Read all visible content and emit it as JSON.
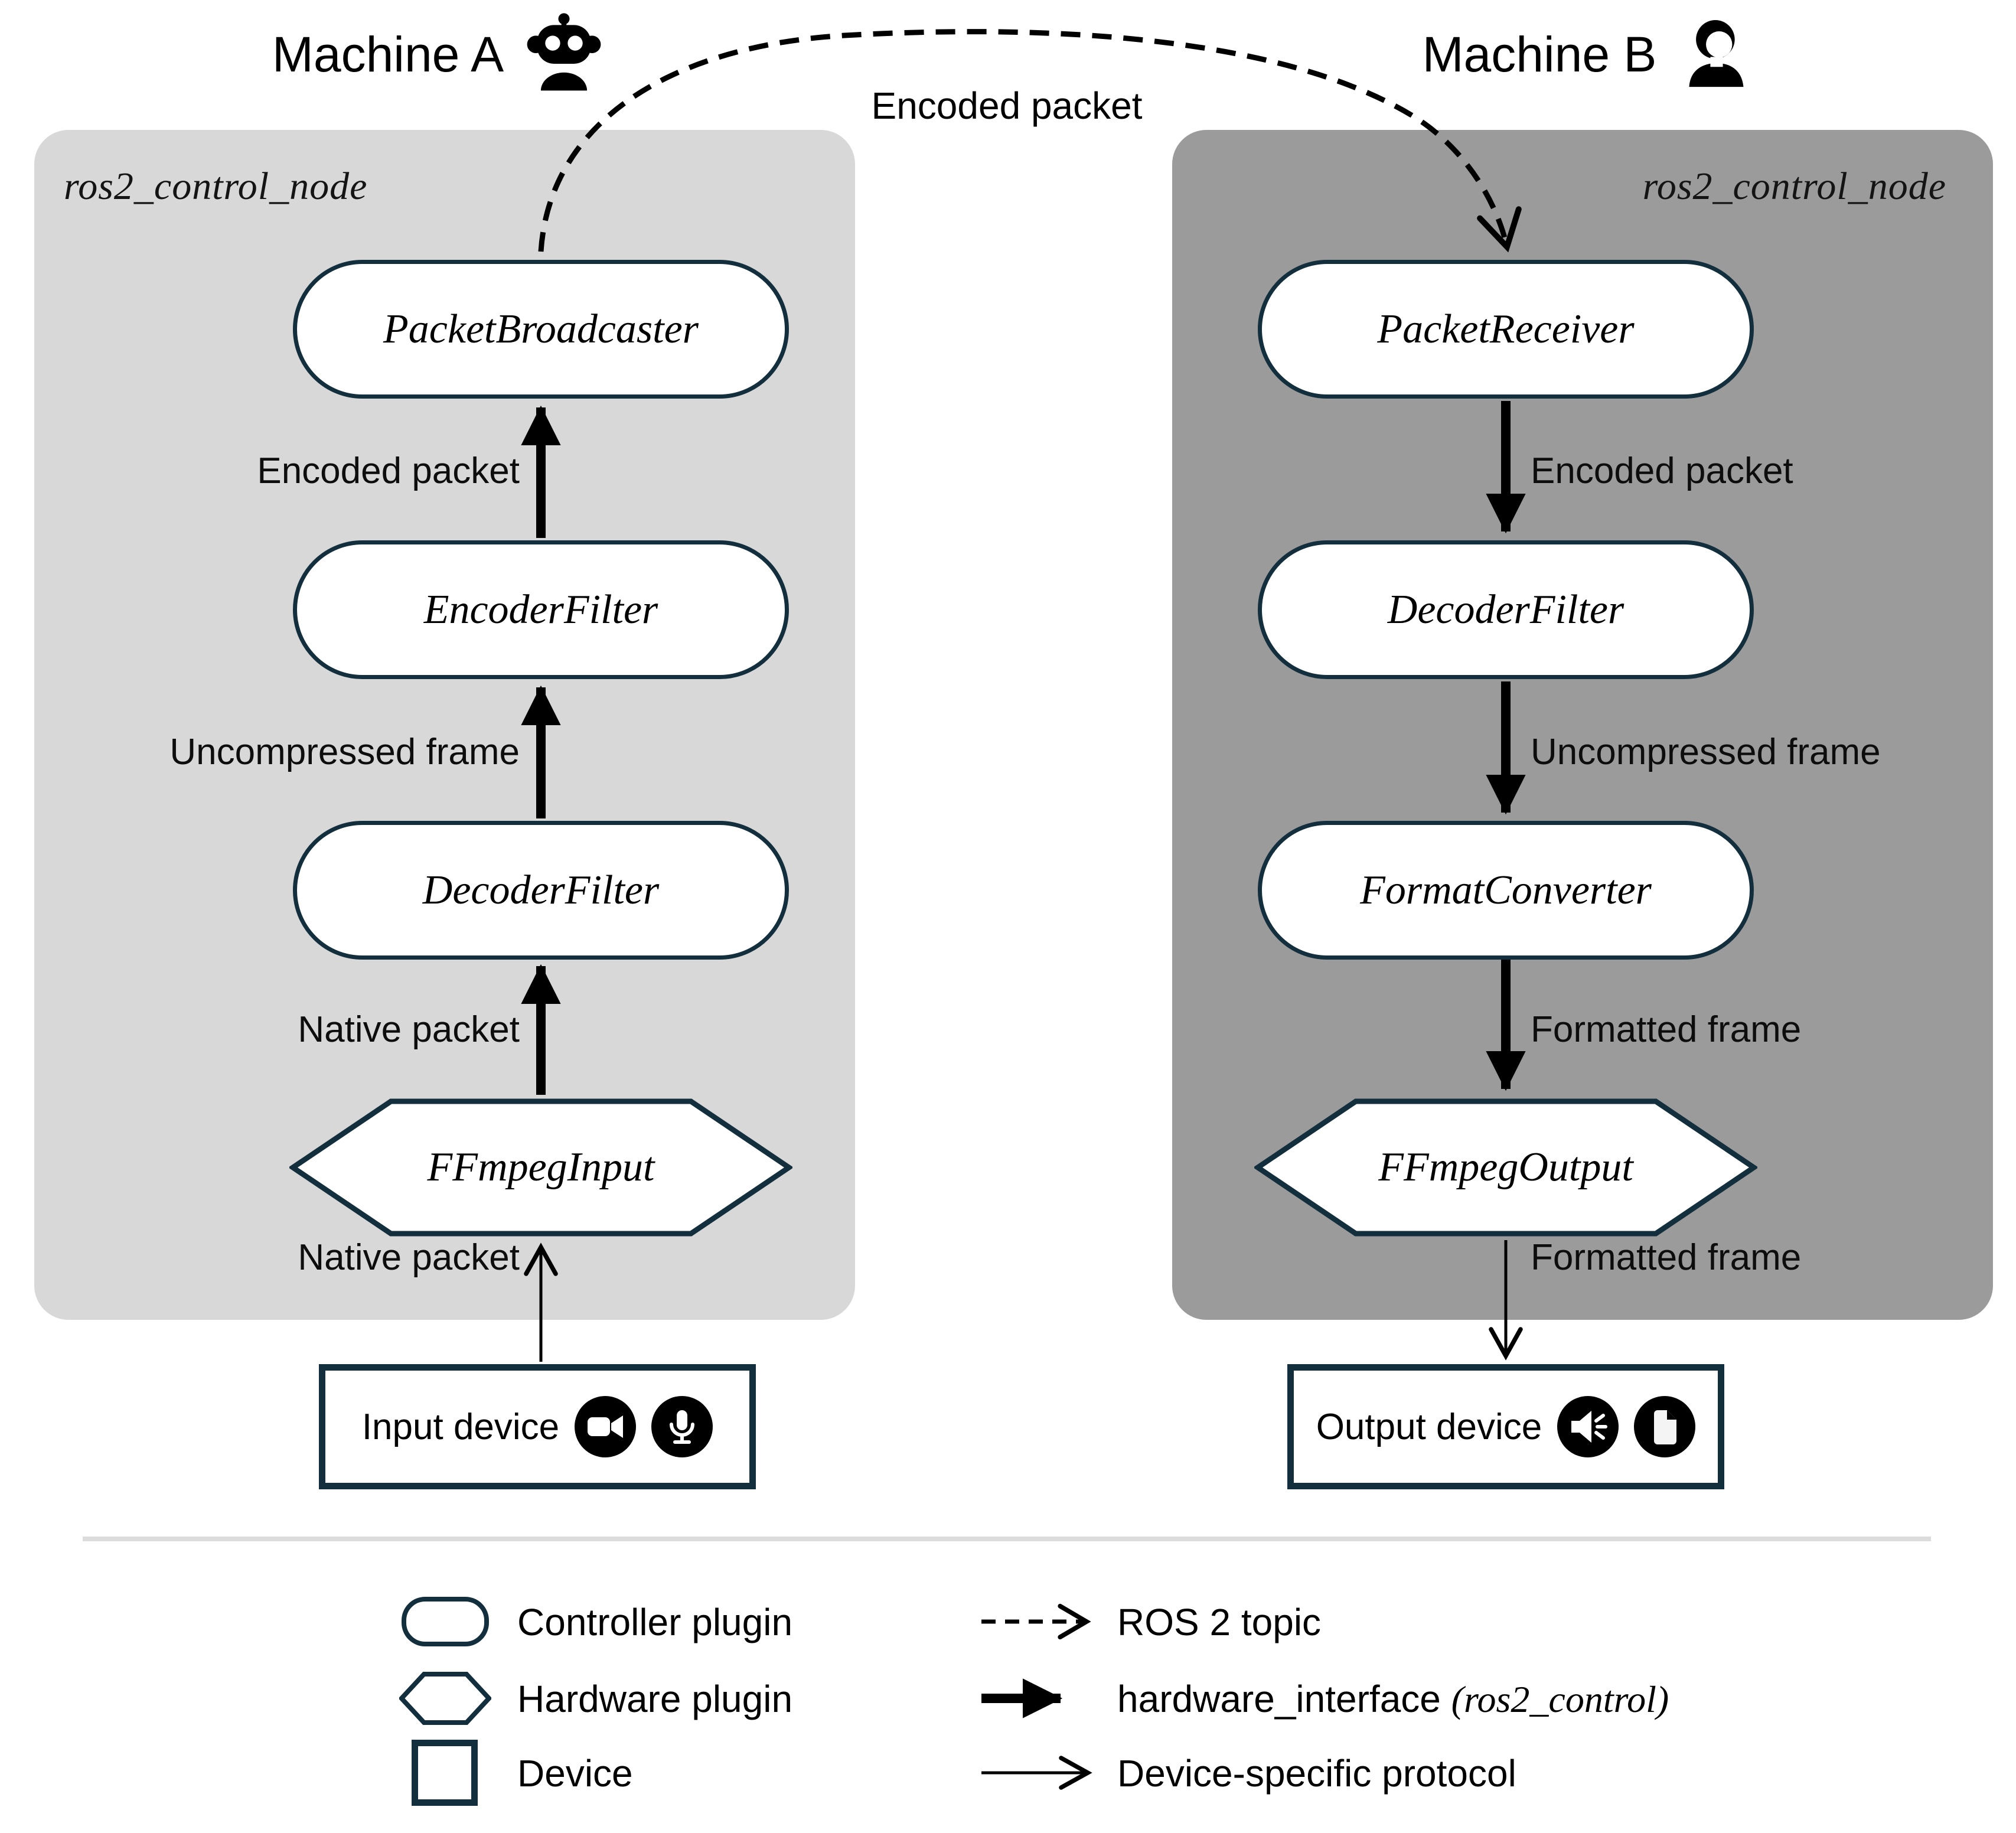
{
  "colors": {
    "panel_machine_a": "#d8d8d8",
    "panel_machine_b": "#9b9b9b",
    "shape_border": "#132e3c",
    "arrow": "#000000",
    "divider": "#dcdcdc"
  },
  "topic_arc_label": "Encoded packet",
  "machine_a": {
    "title": "Machine A",
    "icon": "robot-icon",
    "group_label": "ros2_control_node",
    "nodes": {
      "packet_broadcaster": "PacketBroadcaster",
      "encoder_filter": "EncoderFilter",
      "decoder_filter": "DecoderFilter",
      "ffmpeg_input": "FFmpegInput"
    },
    "edge_labels": {
      "encoded_packet": "Encoded packet",
      "uncompressed_frame": "Uncompressed frame",
      "native_packet_mid": "Native packet",
      "native_packet_low": "Native packet"
    },
    "device": {
      "label": "Input device",
      "icons": [
        "video-camera-icon",
        "microphone-icon"
      ]
    }
  },
  "machine_b": {
    "title": "Machine B",
    "icon": "person-icon",
    "group_label": "ros2_control_node",
    "nodes": {
      "packet_receiver": "PacketReceiver",
      "decoder_filter": "DecoderFilter",
      "format_converter": "FormatConverter",
      "ffmpeg_output": "FFmpegOutput"
    },
    "edge_labels": {
      "encoded_packet": "Encoded packet",
      "uncompressed_frame": "Uncompressed frame",
      "formatted_frame_mid": "Formatted frame",
      "formatted_frame_low": "Formatted frame"
    },
    "device": {
      "label": "Output device",
      "icons": [
        "speaker-icon",
        "file-icon"
      ]
    }
  },
  "legend": {
    "shapes": [
      {
        "icon": "controller-plugin-shape",
        "label": "Controller plugin"
      },
      {
        "icon": "hardware-plugin-shape",
        "label": "Hardware plugin"
      },
      {
        "icon": "device-shape",
        "label": "Device"
      }
    ],
    "arrows": [
      {
        "icon": "dashed-arrow",
        "label": "ROS 2 topic"
      },
      {
        "icon": "thick-arrow",
        "label_prefix": "hardware_interface ",
        "label_paren": "(ros2_control)"
      },
      {
        "icon": "thin-arrow",
        "label": "Device-specific protocol"
      }
    ]
  }
}
